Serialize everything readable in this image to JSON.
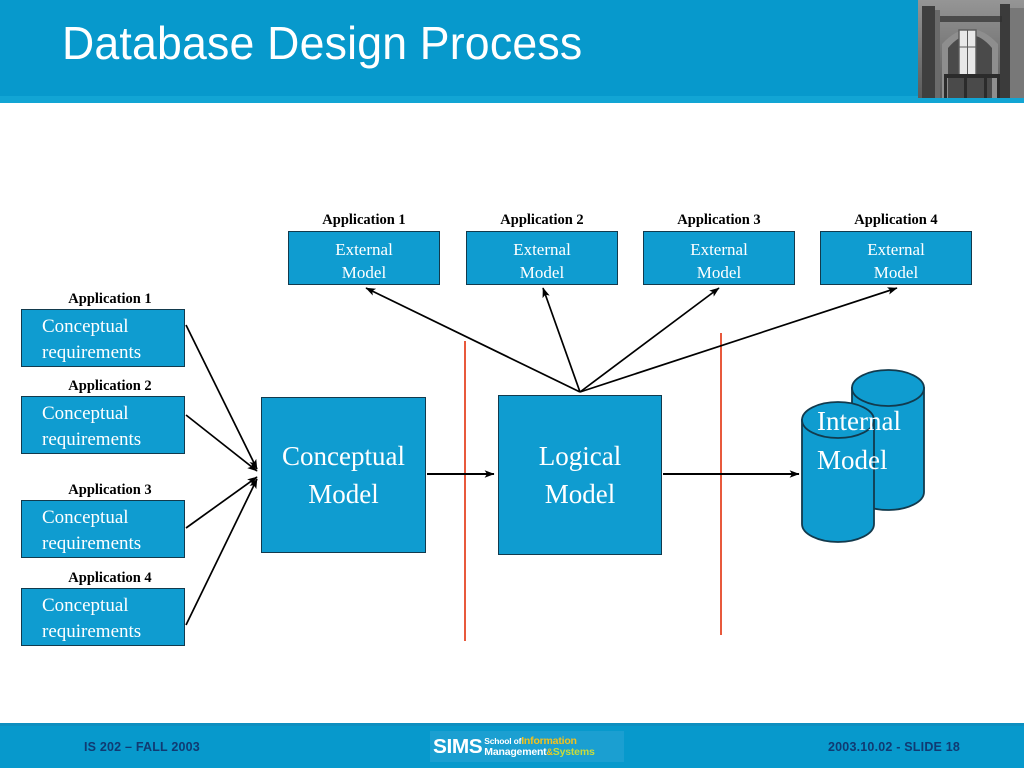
{
  "header": {
    "title": "Database Design Process",
    "bar_color": "#0799cc",
    "photo_alt": "campus-building-photo"
  },
  "diagram": {
    "external_models": [
      {
        "app_label": "Application 1",
        "line1": "External",
        "line2": "Model"
      },
      {
        "app_label": "Application 2",
        "line1": "External",
        "line2": "Model"
      },
      {
        "app_label": "Application 3",
        "line1": "External",
        "line2": "Model"
      },
      {
        "app_label": "Application 4",
        "line1": "External",
        "line2": "Model"
      }
    ],
    "conceptual_requirements": [
      {
        "app_label": "Application 1",
        "line1": "Conceptual",
        "line2": "requirements"
      },
      {
        "app_label": "Application 2",
        "line1": "Conceptual",
        "line2": "requirements"
      },
      {
        "app_label": "Application 3",
        "line1": "Conceptual",
        "line2": "requirements"
      },
      {
        "app_label": "Application 4",
        "line1": "Conceptual",
        "line2": "requirements"
      }
    ],
    "conceptual_model": {
      "line1": "Conceptual",
      "line2": "Model"
    },
    "logical_model": {
      "line1": "Logical",
      "line2": "Model"
    },
    "internal_model": {
      "line1": "Internal",
      "line2": "Model"
    },
    "box_fill": "#0f9cd0",
    "box_border": "#123a4d",
    "divider_color": "#e8593c",
    "arrow_color": "#000000"
  },
  "footer": {
    "left": "IS 202 – FALL 2003",
    "right": "2003.10.02 - SLIDE 18",
    "logo": {
      "word": "SIMS",
      "school_of": "School of",
      "information": "Information",
      "management": "Management",
      "ampersand": "&",
      "systems": "Systems"
    }
  }
}
